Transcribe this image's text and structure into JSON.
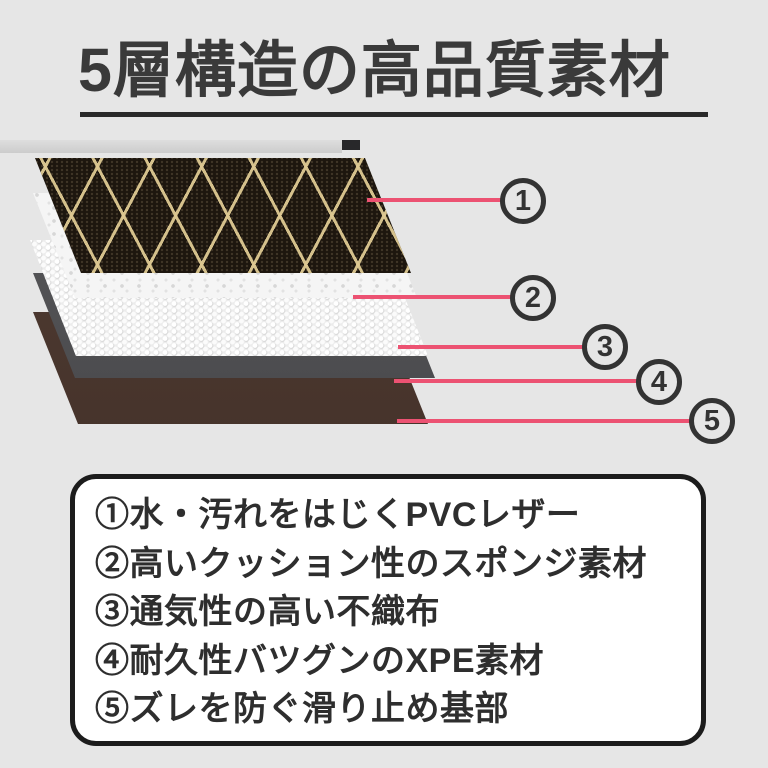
{
  "title": {
    "text": "5層構造の高品質素材"
  },
  "diagram": {
    "layers": [
      "pvc-leather",
      "sponge",
      "nonwoven-fabric",
      "xpe",
      "anti-slip-base"
    ],
    "callouts": [
      {
        "number": "1"
      },
      {
        "number": "2"
      },
      {
        "number": "3"
      },
      {
        "number": "4"
      },
      {
        "number": "5"
      }
    ],
    "line_color": "#ec5272"
  },
  "legend": {
    "items": [
      {
        "text": "①水・汚れをはじくPVCレザー"
      },
      {
        "text": "②高いクッション性のスポンジ素材"
      },
      {
        "text": "③通気性の高い不織布"
      },
      {
        "text": "④耐久性バツグンのXPE素材"
      },
      {
        "text": "⑤ズレを防ぐ滑り止め基部"
      }
    ]
  },
  "colors": {
    "background": "#e6e6e6",
    "title_text": "#3a3a3a",
    "accent_line": "#ec5272",
    "leather_stitch": "#dec992",
    "xpe_gray": "#4e4e50",
    "base_brown": "#4a382e"
  }
}
